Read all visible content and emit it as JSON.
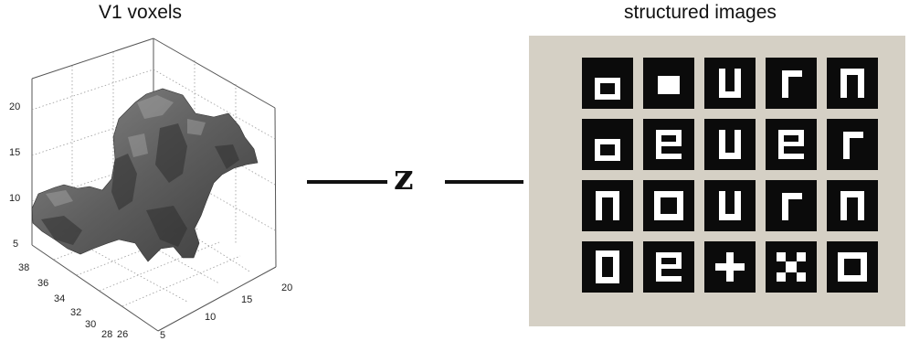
{
  "left": {
    "title": "V1  voxels",
    "z_ticks": [
      "5",
      "10",
      "15",
      "20"
    ],
    "y_ticks": [
      "26",
      "28",
      "30",
      "32",
      "34",
      "36",
      "38"
    ],
    "x_ticks": [
      "5",
      "10",
      "15",
      "20"
    ]
  },
  "center": {
    "label": "z"
  },
  "right": {
    "title": "structured images",
    "panel_color": "#d5d0c5",
    "tiles": [
      "small-square-outline",
      "filled-square",
      "letter-u",
      "letter-r",
      "letter-n",
      "small-square-outline",
      "letter-e",
      "letter-u",
      "letter-e",
      "letter-r",
      "letter-n",
      "square-outline",
      "letter-u",
      "letter-r",
      "letter-n",
      "letter-o",
      "letter-e",
      "plus",
      "x",
      "square-outline"
    ]
  }
}
